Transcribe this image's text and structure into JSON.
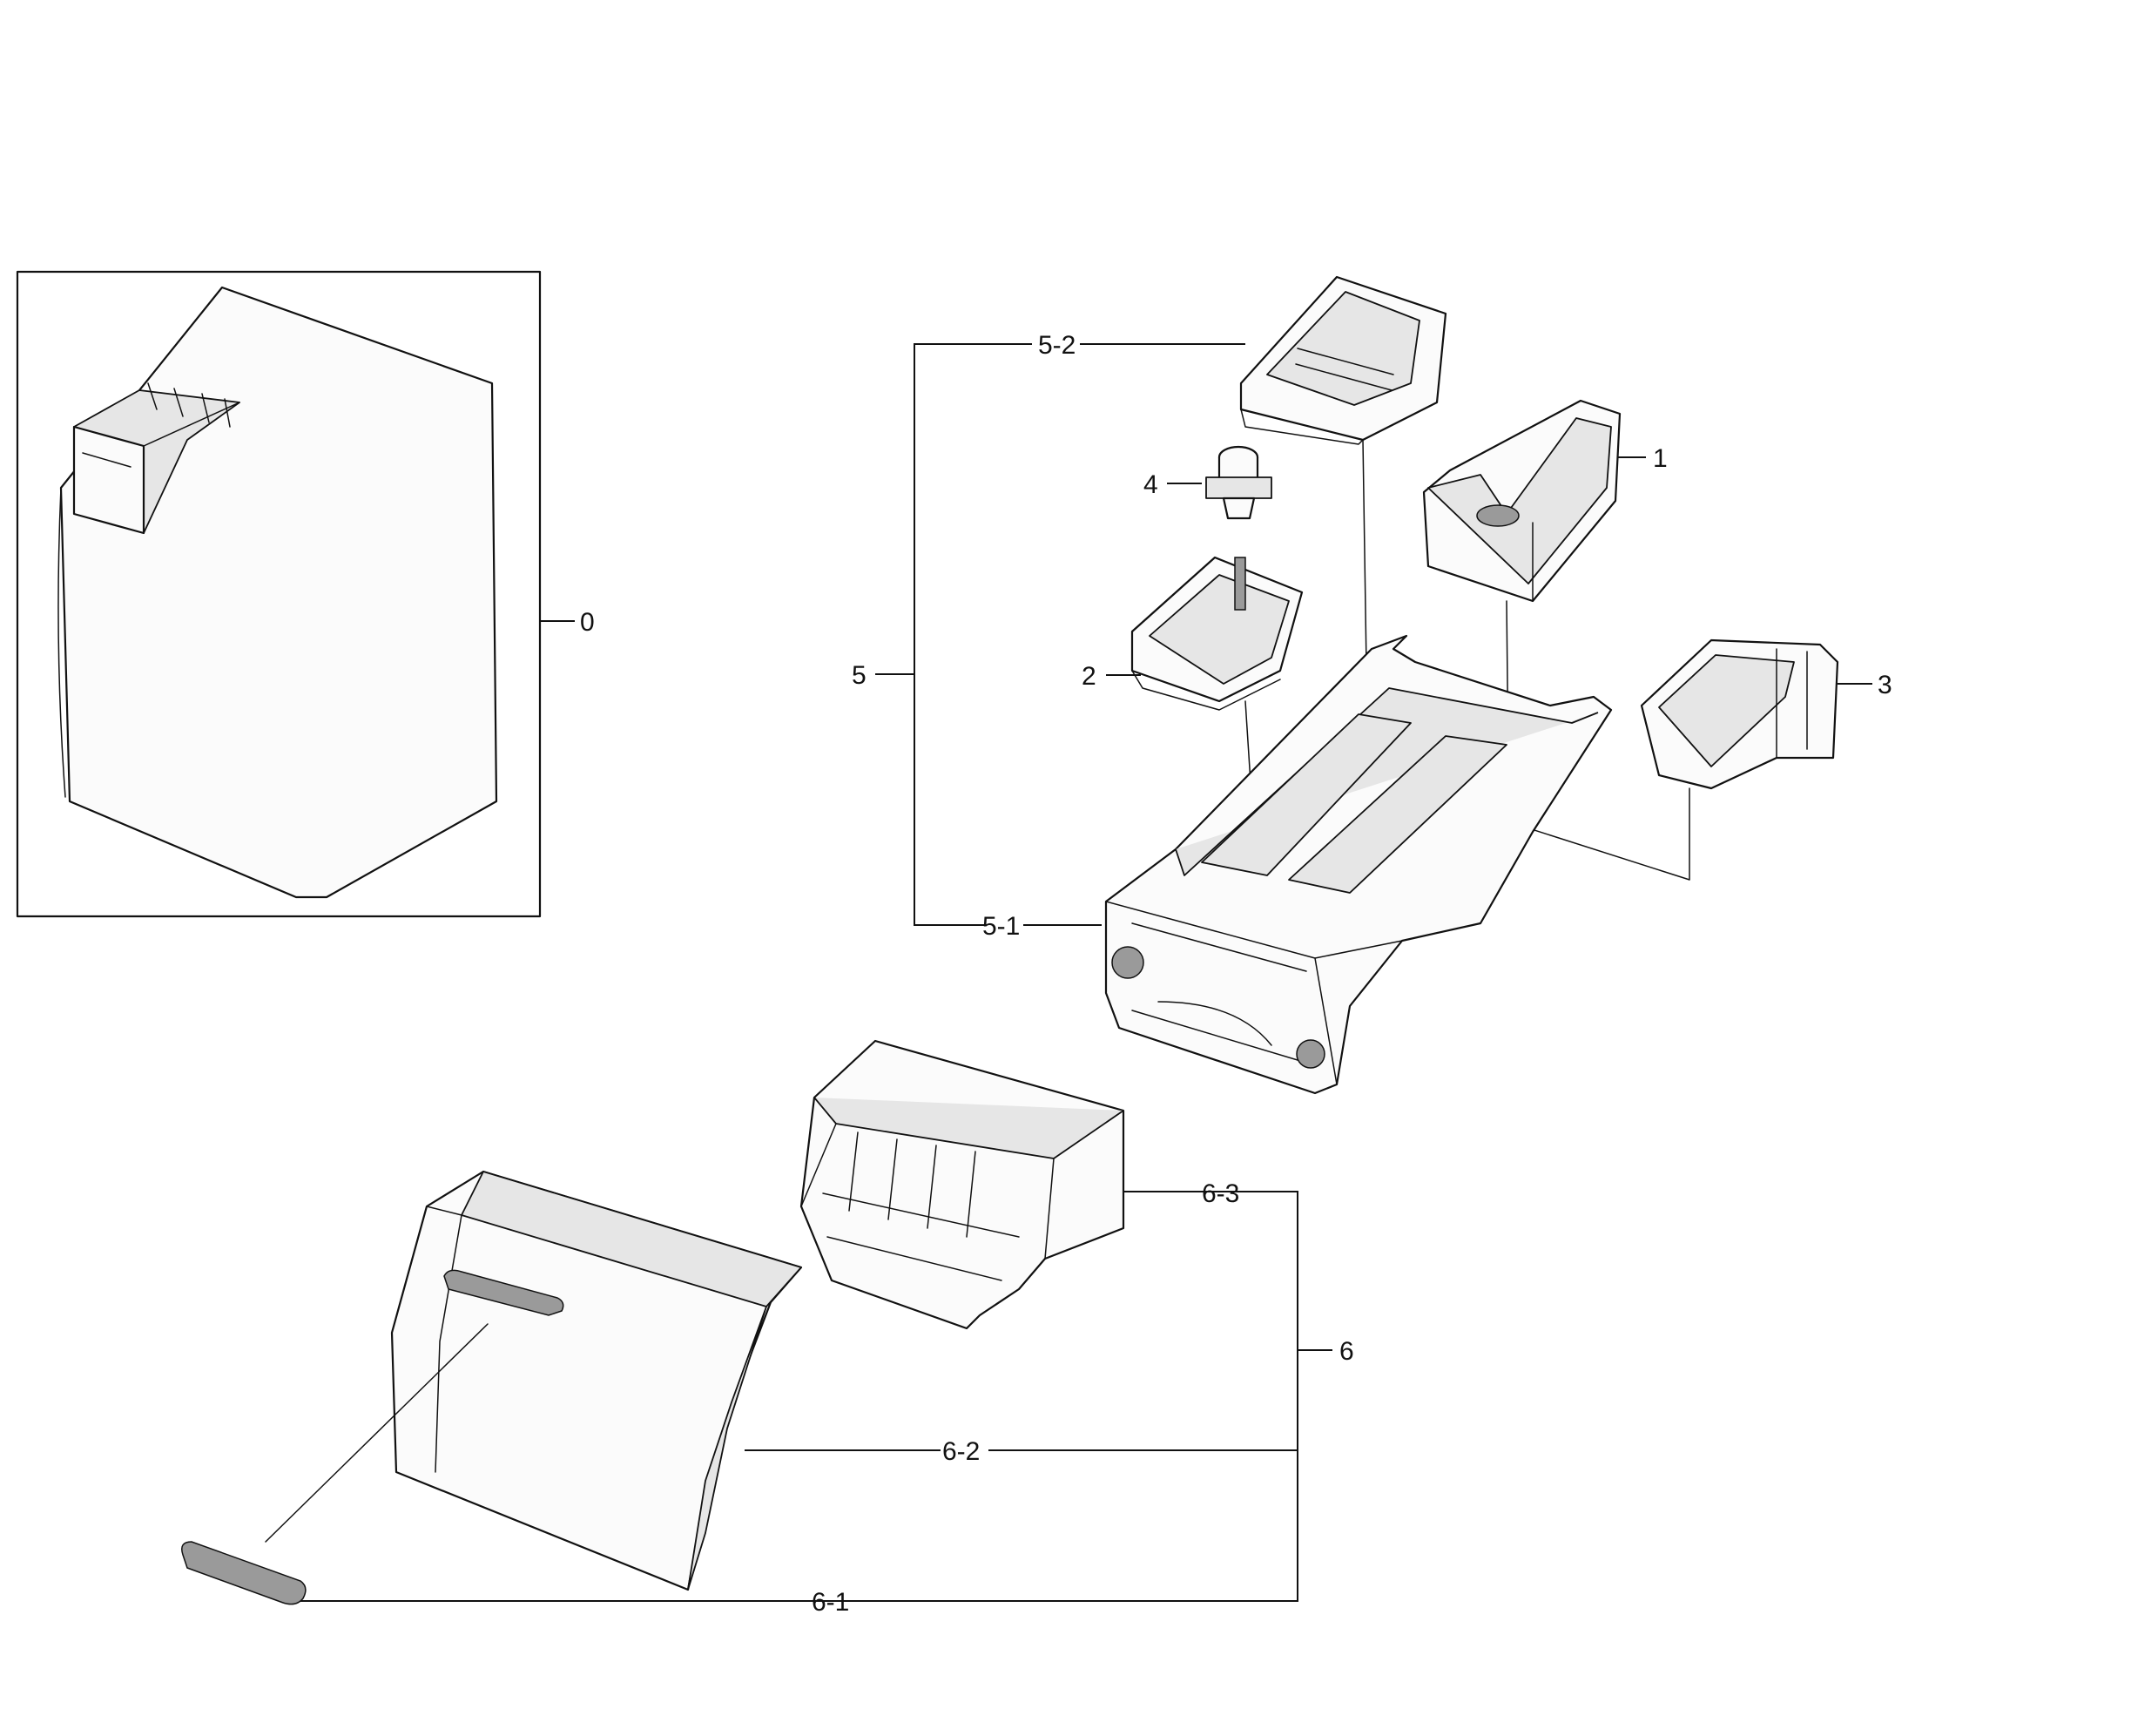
{
  "callouts": {
    "c0": "0",
    "c1": "1",
    "c2": "2",
    "c3": "3",
    "c4": "4",
    "c5": "5",
    "c5_1": "5-1",
    "c5_2": "5-2",
    "c6": "6",
    "c6_1": "6-1",
    "c6_2": "6-2",
    "c6_3": "6-3"
  }
}
